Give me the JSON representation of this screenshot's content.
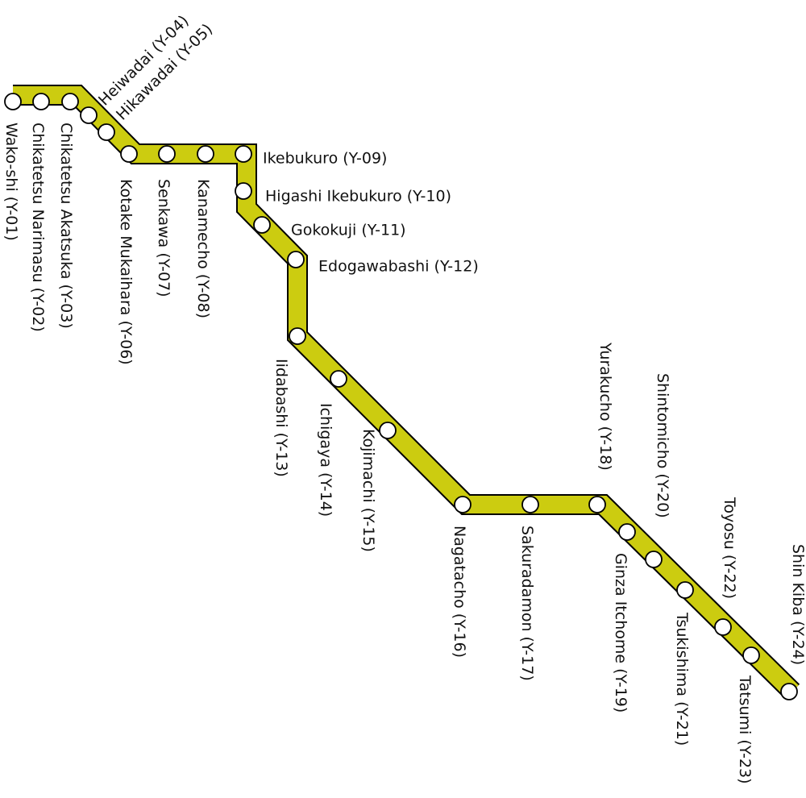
{
  "line": {
    "color": "#cccc10",
    "outline": "#000000"
  },
  "stations": [
    {
      "code": "Y-01",
      "label": "Wako-shi (Y-01)"
    },
    {
      "code": "Y-02",
      "label": "Chikatetsu Narimasu (Y-02)"
    },
    {
      "code": "Y-03",
      "label": "Chikatetsu Akatsuka (Y-03)"
    },
    {
      "code": "Y-04",
      "label": "Heiwadai (Y-04)"
    },
    {
      "code": "Y-05",
      "label": "Hikawadai (Y-05)"
    },
    {
      "code": "Y-06",
      "label": "Kotake Mukaihara (Y-06)"
    },
    {
      "code": "Y-07",
      "label": "Senkawa (Y-07)"
    },
    {
      "code": "Y-08",
      "label": "Kanamecho (Y-08)"
    },
    {
      "code": "Y-09",
      "label": "Ikebukuro (Y-09)"
    },
    {
      "code": "Y-10",
      "label": "Higashi Ikebukuro (Y-10)"
    },
    {
      "code": "Y-11",
      "label": "Gokokuji (Y-11)"
    },
    {
      "code": "Y-12",
      "label": "Edogawabashi (Y-12)"
    },
    {
      "code": "Y-13",
      "label": "Iidabashi (Y-13)"
    },
    {
      "code": "Y-14",
      "label": "Ichigaya (Y-14)"
    },
    {
      "code": "Y-15",
      "label": "Kojimachi (Y-15)"
    },
    {
      "code": "Y-16",
      "label": "Nagatacho (Y-16)"
    },
    {
      "code": "Y-17",
      "label": "Sakuradamon (Y-17)"
    },
    {
      "code": "Y-18",
      "label": "Yurakucho (Y-18)"
    },
    {
      "code": "Y-19",
      "label": "Ginza Itchome (Y-19)"
    },
    {
      "code": "Y-20",
      "label": "Shintomicho (Y-20)"
    },
    {
      "code": "Y-21",
      "label": "Tsukishima (Y-21)"
    },
    {
      "code": "Y-22",
      "label": "Toyosu (Y-22)"
    },
    {
      "code": "Y-23",
      "label": "Tatsumi (Y-23)"
    },
    {
      "code": "Y-24",
      "label": "Shin Kiba (Y-24)"
    }
  ]
}
